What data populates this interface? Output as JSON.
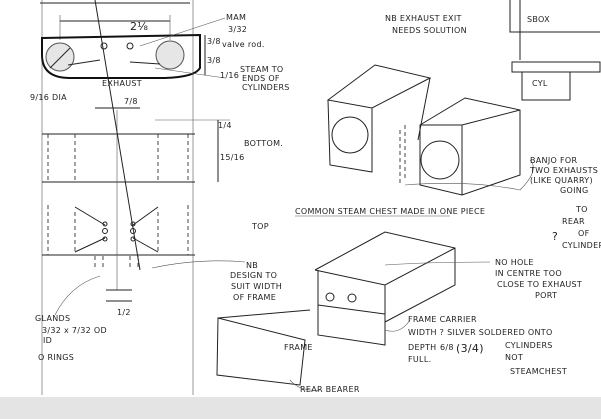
{
  "colors": {
    "paper": "#ffffff",
    "ink": "#222222",
    "bottom_band": "#e4e4e4"
  },
  "front_view": {
    "dim_overall": "2⅛",
    "valve_rod_note": [
      "MAM",
      "3/32",
      "valve rod."
    ],
    "dim_top": "3/8",
    "dim_mid": "3/8",
    "dim_low": "1/16",
    "steam_note": [
      "STEAM TO",
      "ENDS OF",
      "CYLINDERS"
    ],
    "exhaust_label": "EXHAUST",
    "cylinder_dia": "9/16 DIA"
  },
  "bottom_view": {
    "dim_width": "7/8",
    "dim_a": "1/4",
    "dim_b": "15/16",
    "label": "BOTTOM."
  },
  "top_view": {
    "label": "TOP",
    "dim_half": "1/2",
    "glands_note": [
      "GLANDS",
      "3/32 x 7/32 OD",
      "ID"
    ],
    "o_rings": "O RINGS"
  },
  "iso_view": {
    "nb_exhaust": [
      "NB EXHAUST EXIT",
      "NEEDS SOLUTION"
    ],
    "sbox_label": "SBOX",
    "cyl_label": "CYL",
    "banjo_note": [
      "BANJO FOR",
      "TWO EXHAUSTS",
      "(LIKE QUARRY)",
      "GOING",
      "TO",
      "REAR",
      "OF",
      "CYLINDERS"
    ],
    "question_mark": "?",
    "common_chest": "COMMON STEAM CHEST MADE IN ONE PIECE"
  },
  "frame_view": {
    "nb_design": [
      "NB",
      "DESIGN TO",
      "SUIT WIDTH",
      "OF FRAME"
    ],
    "no_hole": [
      "NO HOLE",
      "IN CENTRE TOO",
      "CLOSE TO EXHAUST",
      "PORT"
    ],
    "carrier": [
      "FRAME CARRIER",
      "WIDTH ?  SILVER SOLDERED ONTO",
      "DEPTH",
      "6/8",
      "(3/4)",
      "FULL."
    ],
    "cyl_not": [
      "CYLINDERS",
      "NOT",
      "STEAMCHEST"
    ],
    "frame_label": "FRAME",
    "rear_bearer": "REAR BEARER"
  }
}
